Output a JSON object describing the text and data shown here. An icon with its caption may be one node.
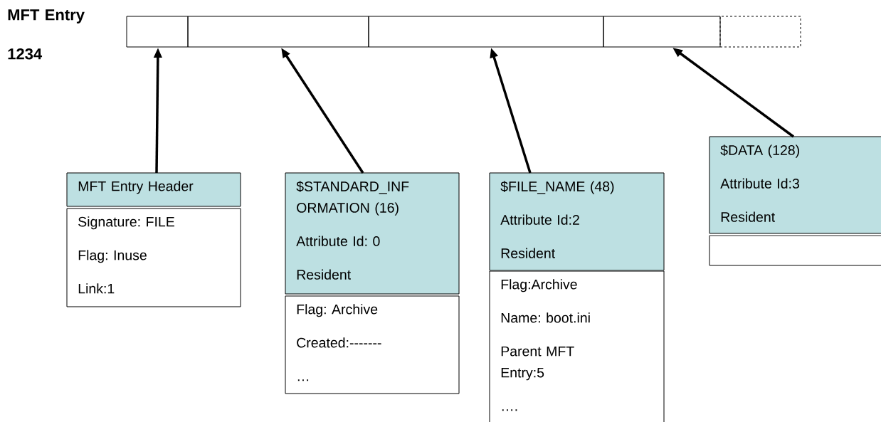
{
  "diagram": {
    "nodes": [
      {
        "text": [],
        "shape": "box"
      },
      {
        "text": [],
        "shape": "box"
      },
      {
        "text": [],
        "shape": "box"
      },
      {
        "text": [],
        "shape": "box"
      },
      {
        "text": [],
        "shape": "box"
      },
      {
        "text": [
          "MFT Entry Header"
        ]
      },
      {
        "text": [
          "Signature: FILE",
          "Flag: Inuse",
          "Link:1"
        ]
      },
      {
        "text": [
          "$STANDARD_INF ORMATION (16)",
          "Attribute Id: 0",
          "Resident"
        ]
      },
      {
        "text": [
          "Flag: Archive",
          "Created:-------",
          "…"
        ]
      },
      {
        "text": [
          "$FILE_NAME (48)",
          "Attribute Id:2",
          "Resident"
        ]
      },
      {
        "text": [
          "Flag:Archive",
          "Name: boot.ini",
          "Parent MFT Entry:5",
          "…."
        ]
      },
      {
        "text": [
          "$DATA (128)",
          "Attribute Id:3",
          "Resident"
        ]
      },
      {
        "text": [],
        "shape": "box"
      }
    ],
    "edges": [
      {
        "from": 5,
        "to": 0,
        "arrow": "to"
      },
      {
        "from": 7,
        "to": 1,
        "arrow": "to"
      },
      {
        "from": 9,
        "to": 2,
        "arrow": "to"
      },
      {
        "from": 11,
        "to": 3,
        "arrow": "to"
      }
    ],
    "labels": [
      "MFT Entry 1234"
    ]
  }
}
